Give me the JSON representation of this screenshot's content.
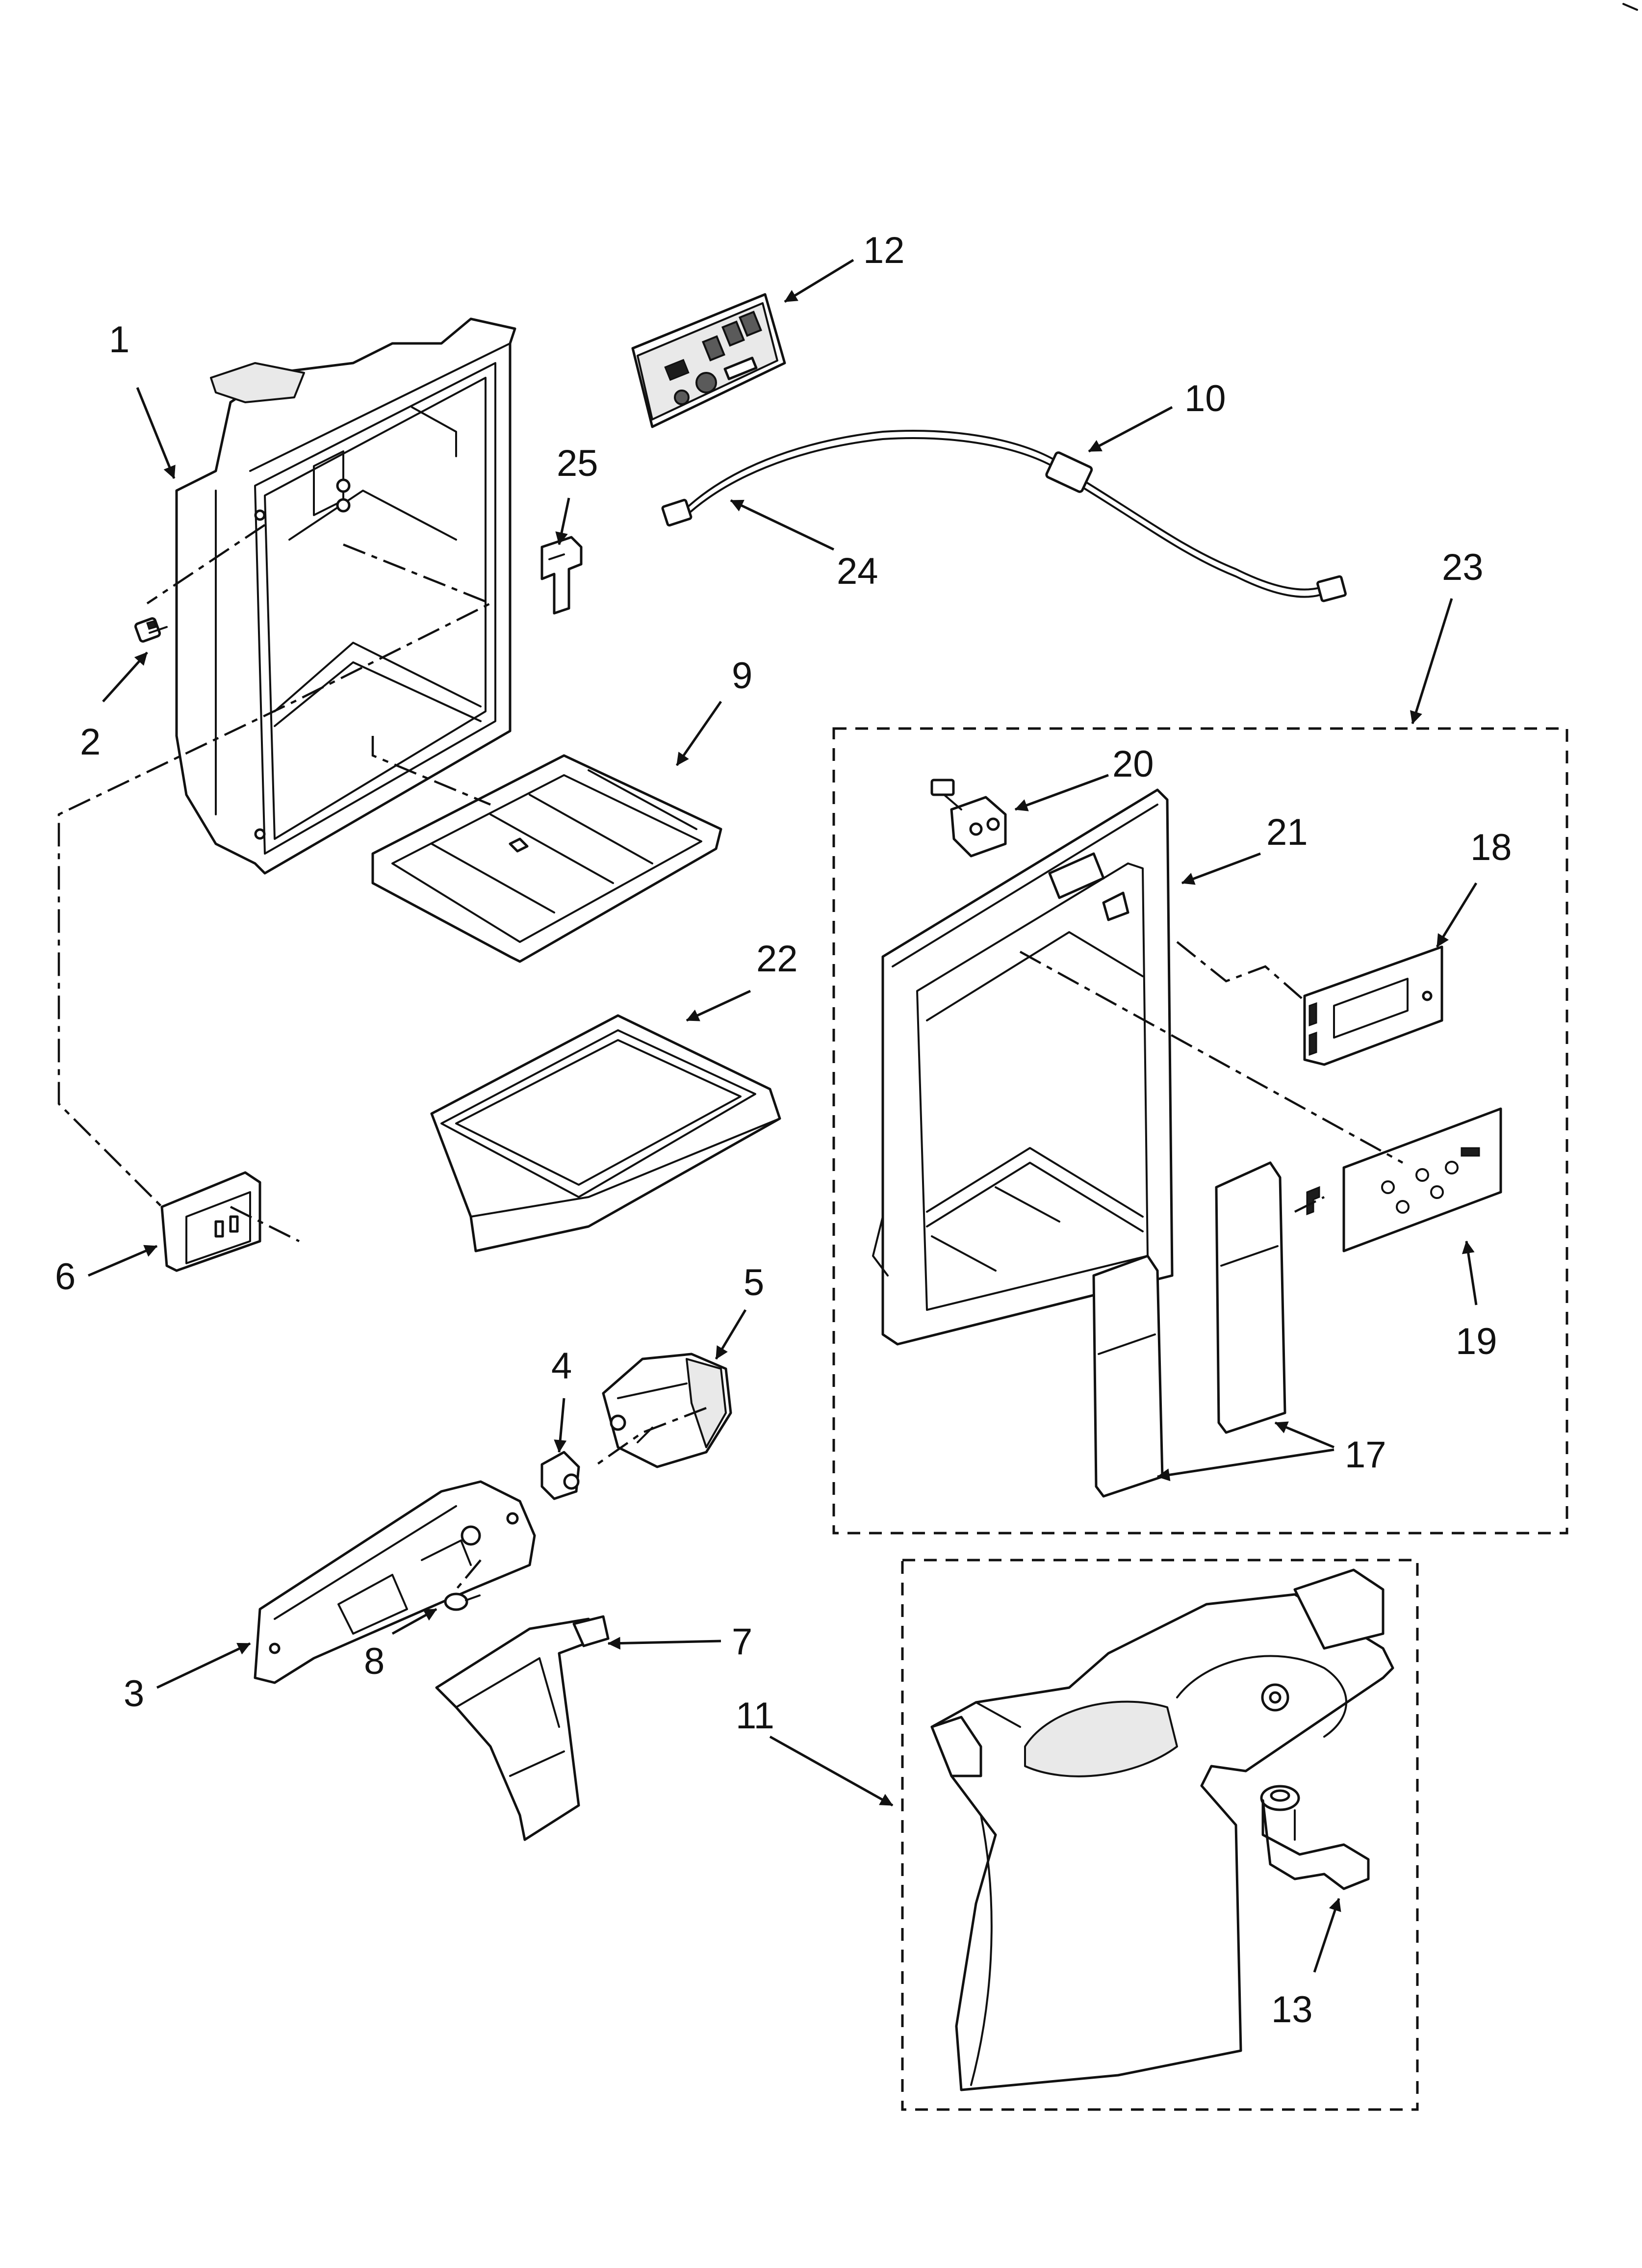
{
  "callouts": [
    {
      "id": "1",
      "label": "1"
    },
    {
      "id": "2",
      "label": "2"
    },
    {
      "id": "3",
      "label": "3"
    },
    {
      "id": "4",
      "label": "4"
    },
    {
      "id": "5",
      "label": "5"
    },
    {
      "id": "6",
      "label": "6"
    },
    {
      "id": "7",
      "label": "7"
    },
    {
      "id": "8",
      "label": "8"
    },
    {
      "id": "9",
      "label": "9"
    },
    {
      "id": "10",
      "label": "10"
    },
    {
      "id": "11",
      "label": "11"
    },
    {
      "id": "12",
      "label": "12"
    },
    {
      "id": "13",
      "label": "13"
    },
    {
      "id": "17",
      "label": "17"
    },
    {
      "id": "18",
      "label": "18"
    },
    {
      "id": "19",
      "label": "19"
    },
    {
      "id": "20",
      "label": "20"
    },
    {
      "id": "21",
      "label": "21"
    },
    {
      "id": "22",
      "label": "22"
    },
    {
      "id": "23",
      "label": "23"
    },
    {
      "id": "24",
      "label": "24"
    },
    {
      "id": "25",
      "label": "25"
    }
  ],
  "colors": {
    "line": "#111111",
    "background": "#ffffff"
  }
}
